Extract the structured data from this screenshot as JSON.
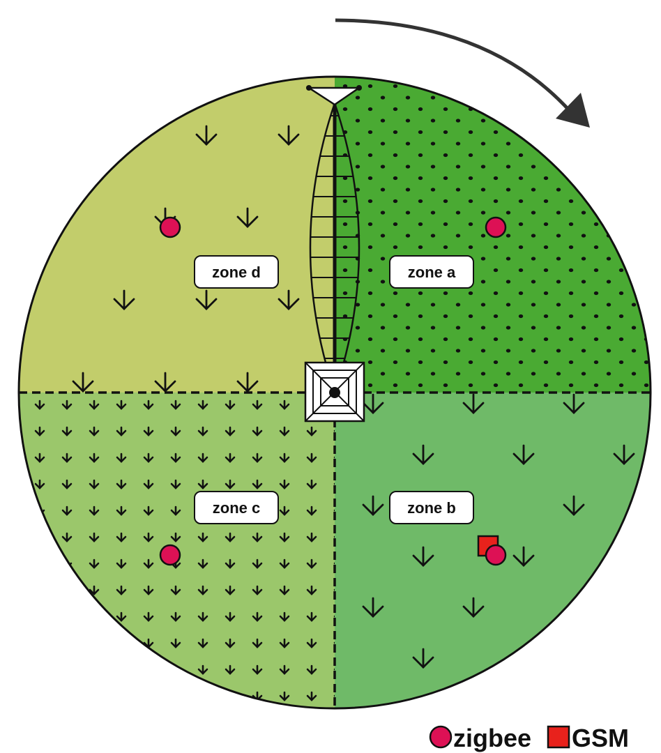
{
  "zones": [
    {
      "id": "a",
      "label": "zone a",
      "color": "#4aaa33",
      "pattern": "dots"
    },
    {
      "id": "b",
      "label": "zone b",
      "color": "#6fba68",
      "pattern": "large-arrows"
    },
    {
      "id": "c",
      "label": "zone c",
      "color": "#9bc76b",
      "pattern": "small-arrows"
    },
    {
      "id": "d",
      "label": "zone d",
      "color": "#c2cd6b",
      "pattern": "large-arrows"
    }
  ],
  "legend": {
    "zigbee_label": "zigbee",
    "gsm_label": "GSM",
    "zigbee_color": "#dd1155",
    "gsm_color": "#e8221c"
  },
  "rotation_direction": "clockwise"
}
